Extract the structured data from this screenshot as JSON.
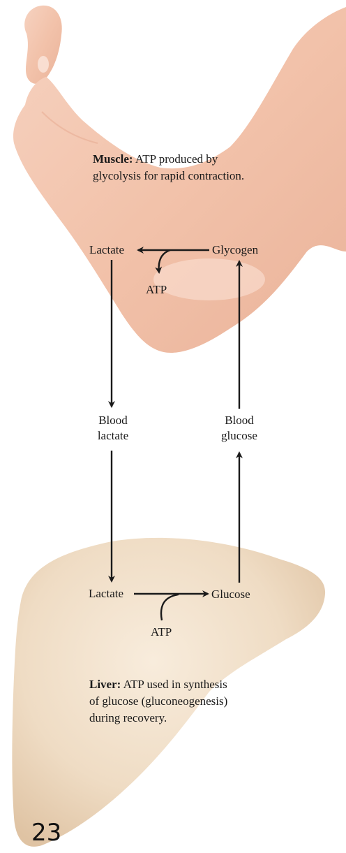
{
  "muscle_caption": {
    "bold": "Muscle:",
    "line1_rest": " ATP produced by",
    "line2": "glycolysis for rapid contraction."
  },
  "muscle_nodes": {
    "lactate": "Lactate",
    "glycogen": "Glycogen",
    "atp": "ATP"
  },
  "blood": {
    "lactate_line1": "Blood",
    "lactate_line2": "lactate",
    "glucose_line1": "Blood",
    "glucose_line2": "glucose"
  },
  "liver_nodes": {
    "lactate": "Lactate",
    "glucose": "Glucose",
    "atp": "ATP"
  },
  "liver_caption": {
    "bold": "Liver:",
    "line1_rest": " ATP used in synthesis",
    "line2": "of glucose (gluconeogenesis)",
    "line3": "during recovery."
  },
  "page_number": "23",
  "colors": {
    "arm_skin": "#f2c4ad",
    "liver": "#ecd7bd",
    "arrow": "#1a1a1a"
  }
}
